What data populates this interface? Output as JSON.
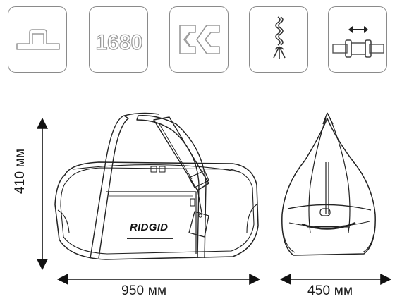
{
  "features": [
    {
      "name": "handle-icon"
    },
    {
      "name": "material-1680-icon",
      "label": "1680"
    },
    {
      "name": "zipper-profile-icon"
    },
    {
      "name": "rope-strap-icon"
    },
    {
      "name": "adjustable-strap-icon"
    }
  ],
  "product": {
    "brand": "RIDGID"
  },
  "dimensions": {
    "height": "410 мм",
    "width": "950 мм",
    "depth": "450 мм"
  },
  "colors": {
    "icon_stroke": "#9a9a9a",
    "line": "#222222"
  }
}
